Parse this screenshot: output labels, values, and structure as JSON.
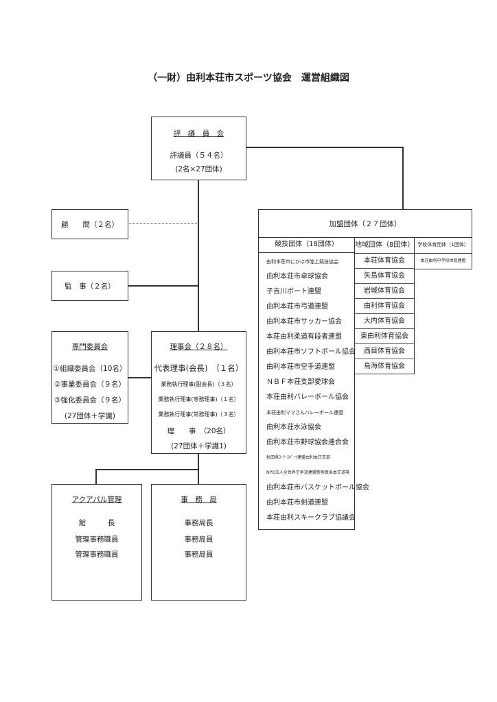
{
  "title": "（一財）由利本荘市スポーツ協会　運営組織図",
  "council": {
    "heading": "評　議　員　会",
    "line1": "評議員（５４名）",
    "line2": "(2名×27団体)"
  },
  "advisor": {
    "label": "顧　　問（２名）"
  },
  "auditor": {
    "label": "監　事（２名）"
  },
  "committee": {
    "heading": "専門委員会",
    "items": [
      "①組織委員会（10名）",
      "②事業委員会（９名）",
      "③強化委員会（９名）",
      "(27団体＋学識)"
    ]
  },
  "board": {
    "heading": "理事会（２８名）",
    "items": [
      "代表理事(会長)　（１名）",
      "業務執行理事(副会長)（３名）",
      "業務執行理事(専務理事)（１名）",
      "業務執行理事(常務理事)（３名）",
      "理　　事　（20名）",
      "(27団体＋学識1)"
    ]
  },
  "aquapal": {
    "heading": "アクアパル管理",
    "items": [
      "館　　　長",
      "管理事務職員",
      "管理事務職員"
    ]
  },
  "office": {
    "heading": "事　務　局",
    "items": [
      "事務局長",
      "事務局員",
      "事務局員"
    ]
  },
  "member_orgs": {
    "heading": "加盟団体（２７団体）",
    "competition": {
      "heading": "競技団体（18団体）",
      "items": [
        "由利本荘市にかほ市陸上競技協会",
        "由利本荘市卓球協会",
        "子吉川ボート連盟",
        "由利本荘市弓道連盟",
        "由利本荘市サッカー協会",
        "本荘由利柔道有段者連盟",
        "由利本荘市ソフトボール協会",
        "由利本荘市空手道連盟",
        "ＮＢＦ本荘支部愛球会",
        "本荘由利バレーボール協会",
        "本荘由利ママさんバレーボール連盟",
        "由利本荘水泳協会",
        "由利本荘市野球協会連合会",
        "秋田県ﾛｰﾗｰｽﾎﾟｰﾂ連盟由利本荘支部",
        "NPO法人全世界空手道連盟新極真会本荘道場",
        "由利本荘市バスケットボール協会",
        "由利本荘市剣道連盟",
        "本荘由利スキークラブ協議会"
      ]
    },
    "regional": {
      "heading": "地域団体（8団体）",
      "items": [
        "本荘体育協会",
        "矢島体育協会",
        "岩城体育協会",
        "由利体育協会",
        "大内体育協会",
        "東由利体育協会",
        "西目体育協会",
        "鳥海体育協会"
      ]
    },
    "school": {
      "heading": "学校体育団体（1団体）",
      "items": [
        "本荘由利中学校体育連盟"
      ]
    }
  }
}
